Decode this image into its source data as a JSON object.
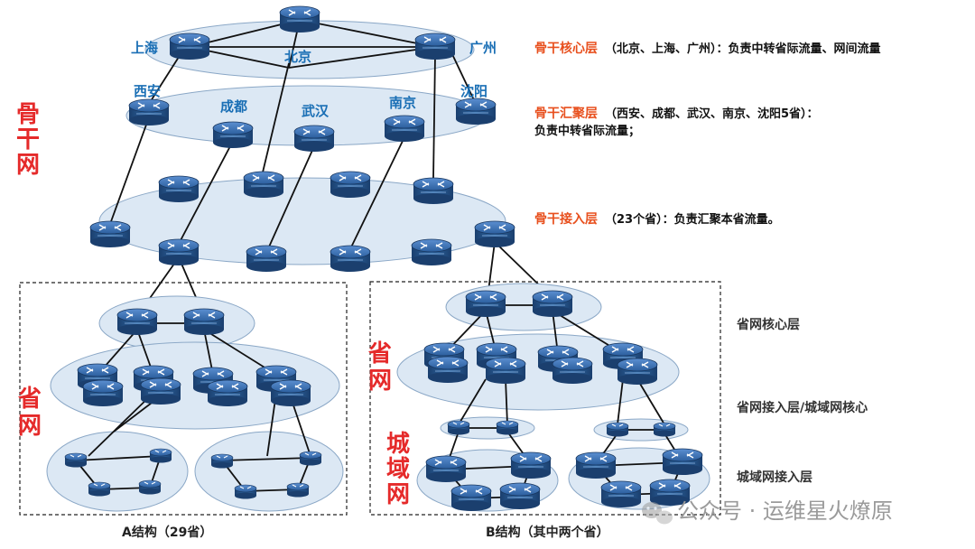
{
  "cities": {
    "shanghai": "上海",
    "beijing": "北京",
    "guangzhou": "广州",
    "xian": "西安",
    "chengdu": "成都",
    "wuhan": "武汉",
    "nanjing": "南京",
    "shenyang": "沈阳"
  },
  "side_labels": {
    "backbone": [
      "骨",
      "干",
      "网"
    ],
    "province_left": [
      "省",
      "网"
    ],
    "province_right": [
      "省",
      "网"
    ],
    "metro": [
      "城",
      "域",
      "网"
    ]
  },
  "legend": {
    "core_title": "骨干核心层",
    "core_text": "（北京、上海、广州）：负责中转省际流量、网间流量",
    "agg_title": "骨干汇聚层",
    "agg_text": "（西安、成都、武汉、南京、沈阳5省）：",
    "agg_text2": "负责中转省际流量；",
    "access_title": "骨干接入层",
    "access_text": "（23个省）：负责汇聚本省流量。"
  },
  "layer_notes": {
    "province_core": "省网核心层",
    "province_access": "省网接入层/城域网核心",
    "metro_access": "城域网接入层"
  },
  "captions": {
    "a": "A结构（29省）",
    "b": "B结构（其中两个省）"
  },
  "watermark": "公众号 · 运维星火燎原",
  "colors": {
    "router": "#1f4f8a",
    "ellipse": "#dce8f4",
    "city_text": "#1a6fb5",
    "legend_title": "#e8501e",
    "side_label": "#e52a2a"
  }
}
